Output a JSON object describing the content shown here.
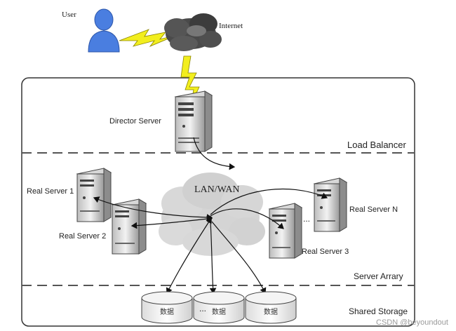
{
  "labels": {
    "user": "User",
    "internet": "Internet",
    "director": "Director Server",
    "lanwan": "LAN/WAN",
    "load_balancer": "Load Balancer",
    "server_array": "Server Arrary",
    "shared_storage": "Shared Storage",
    "real_server_1": "Real Server 1",
    "real_server_2": "Real Server 2",
    "real_server_3": "Real Server 3",
    "real_server_n": "Real Server N",
    "ellipsis": "...",
    "db_label": "数据",
    "db_ellipsis": "...",
    "watermark": "CSDN @beyoundout"
  },
  "colors": {
    "user_figure": "#4a7ee0",
    "lightning": "#f2ee1e",
    "cloud": "#4a4a4a",
    "lan_cloud": "#d4d4d4",
    "server_body": "#e6e6e6",
    "frame": "#333333"
  }
}
